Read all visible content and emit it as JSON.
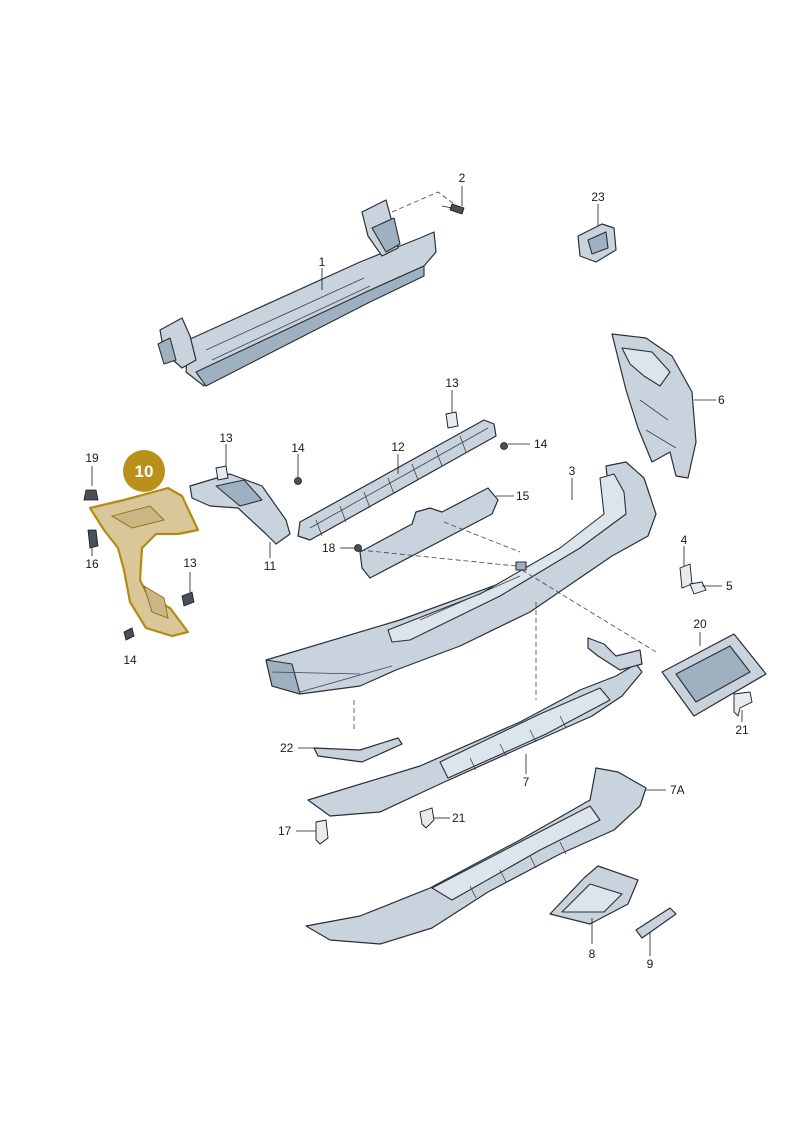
{
  "highlight_badge": "10",
  "callouts": {
    "c1": "1",
    "c2": "2",
    "c3": "3",
    "c4": "4",
    "c5": "5",
    "c6": "6",
    "c7": "7",
    "c7a": "7A",
    "c8": "8",
    "c9": "9",
    "c11": "11",
    "c12": "12",
    "c13a": "13",
    "c13b": "13",
    "c13c": "13",
    "c14a": "14",
    "c14b": "14",
    "c14c": "14",
    "c15": "15",
    "c16": "16",
    "c17": "17",
    "c18": "18",
    "c19": "19",
    "c20": "20",
    "c21a": "21",
    "c21b": "21",
    "c22": "22",
    "c23": "23"
  },
  "colors": {
    "highlight": "#b8901a",
    "part_fill": "#c8d3de",
    "outline": "#2b2f36"
  }
}
